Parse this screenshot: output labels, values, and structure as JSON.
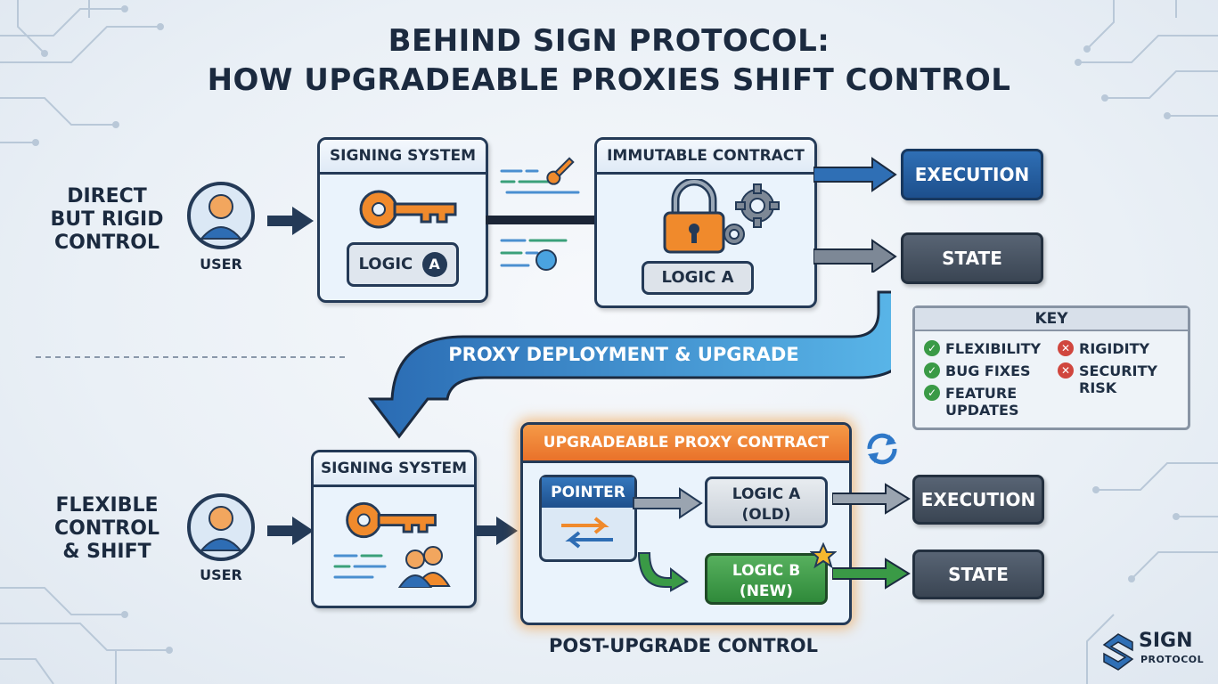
{
  "title": {
    "line1": "BEHIND SIGN PROTOCOL:",
    "line2": "HOW UPGRADEABLE PROXIES SHIFT CONTROL"
  },
  "top_row": {
    "label_lines": [
      "DIRECT",
      "BUT RIGID",
      "CONTROL"
    ],
    "user_label": "USER",
    "signing_system": {
      "title": "SIGNING SYSTEM",
      "logic_label": "LOGIC",
      "logic_badge": "A"
    },
    "immutable_contract": {
      "title": "IMMUTABLE CONTRACT",
      "logic_label": "LOGIC A"
    },
    "outputs": {
      "execution": "EXECUTION",
      "state": "STATE"
    }
  },
  "transition": {
    "label": "PROXY DEPLOYMENT & UPGRADE"
  },
  "bottom_row": {
    "label_lines": [
      "FLEXIBLE",
      "CONTROL",
      "& SHIFT"
    ],
    "user_label": "USER",
    "signing_system": {
      "title": "SIGNING SYSTEM"
    },
    "proxy_contract": {
      "title": "UPGRADEABLE PROXY CONTRACT",
      "pointer_label": "POINTER",
      "logic_old": [
        "LOGIC A",
        "(OLD)"
      ],
      "logic_new": [
        "LOGIC B",
        "(NEW)"
      ]
    },
    "outputs": {
      "execution": "EXECUTION",
      "state": "STATE"
    },
    "caption": "POST-UPGRADE CONTROL"
  },
  "key": {
    "title": "KEY",
    "positives": [
      [
        "FLEXIBILITY"
      ],
      [
        "BUG FIXES"
      ],
      [
        "FEATURE",
        "UPDATES"
      ]
    ],
    "negatives": [
      [
        "RIGIDITY"
      ],
      [
        "SECURITY",
        "RISK"
      ]
    ]
  },
  "logo": {
    "name": "SIGN",
    "sub": "PROTOCOL"
  },
  "colors": {
    "navy": "#243a57",
    "execution_blue": "#1d4f8c",
    "state_gray": "#3a4553",
    "proxy_orange": "#f07a2a",
    "logic_new_green": "#3a9a46",
    "key_orange": "#f08a2c"
  },
  "icons": [
    "user-icon",
    "key-icon",
    "padlock-icon",
    "gear-icon",
    "checkmark-icon",
    "cross-icon",
    "refresh-icon",
    "star-icon",
    "users-icon",
    "circuit-icon",
    "sign-protocol-logo"
  ]
}
